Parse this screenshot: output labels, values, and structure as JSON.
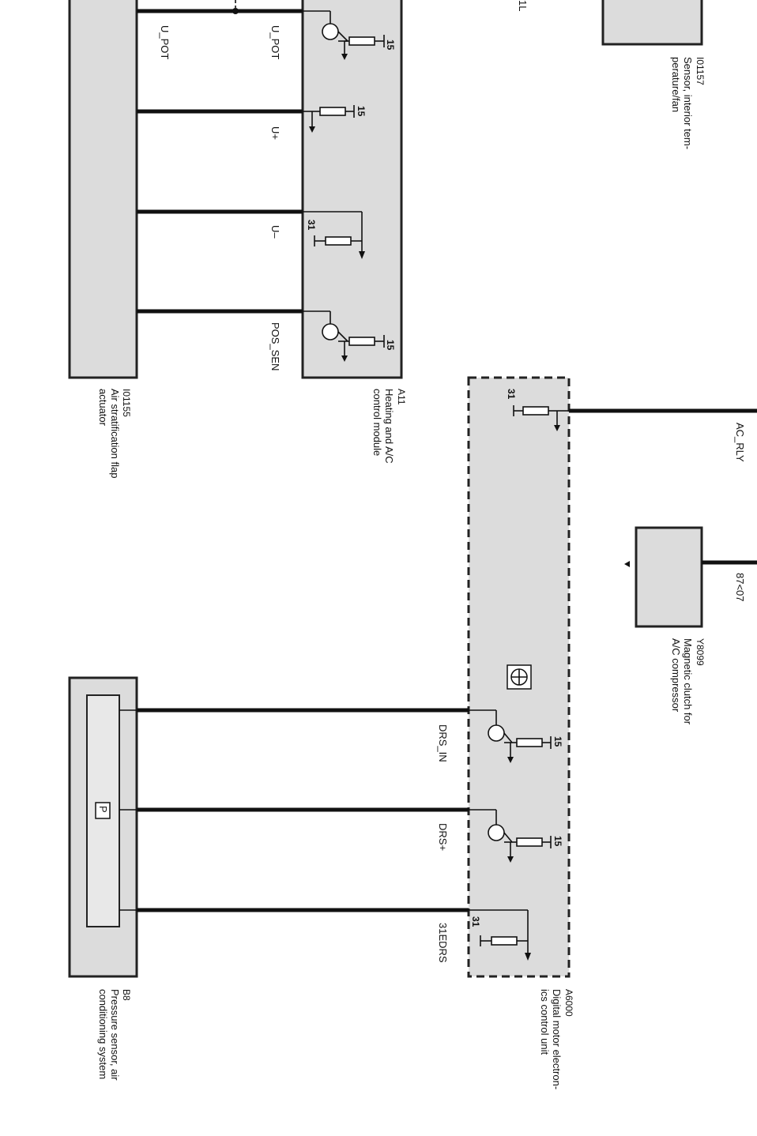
{
  "components": {
    "i01155": {
      "code": "I01155",
      "name_line1": "Air stratification flap",
      "name_line2": "actuator"
    },
    "a11": {
      "code": "A11",
      "name_line1": "Heating and A/C",
      "name_line2": "control module"
    },
    "i01157": {
      "code": "I01157",
      "name_line1": "Sensor, interior tem-",
      "name_line2": "perature/fan"
    },
    "a6000": {
      "code": "A6000",
      "name_line1": "Digital motor electron-",
      "name_line2": "ics control unit"
    },
    "y8099": {
      "code": "Y8099",
      "name_line1": "Magnetic clutch for",
      "name_line2": "A/C compressor"
    },
    "b8": {
      "code": "B8",
      "name_line1": "Pressure sensor, air",
      "name_line2": "conditioning system",
      "symbol": "P"
    }
  },
  "signals": {
    "u_pot_left": "U_POT",
    "u_pot_right": "U_POT",
    "u_plus": "U+",
    "u_minus": "U–",
    "pos_sen": "POS_SEN",
    "top_partial": "1L",
    "ac_rly": "AC_RLY",
    "pin_87_07": "87<07",
    "drs_in": "DRS_IN",
    "drs_plus": "DRS+",
    "drs_31": "31EDRS"
  },
  "pins": {
    "a11_p1": "15",
    "a11_p2": "15",
    "a11_p3": "31",
    "a11_p4": "15",
    "a6000_ac": "31",
    "a6000_drs_in": "15",
    "a6000_drs_plus": "15",
    "a6000_drs_31": "31"
  }
}
